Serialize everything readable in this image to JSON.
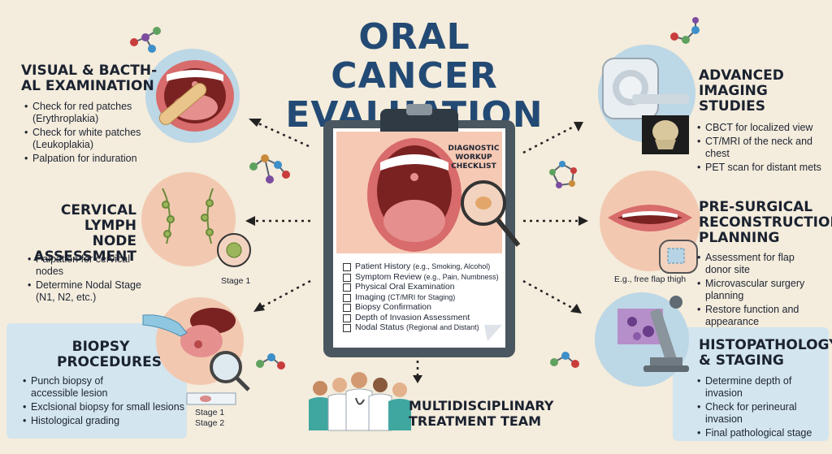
{
  "title": "ORAL CANCER EVALUATION",
  "clipboard": {
    "heading": "DIAGNOSTIC WORKUP CHECKLIST",
    "items": [
      {
        "main": "Patient History",
        "detail": "(e.g., Smoking, Alcohol)"
      },
      {
        "main": "Symptom Review",
        "detail": "(e.g., Pain, Numbness)"
      },
      {
        "main": "Physical Oral Examination",
        "detail": ""
      },
      {
        "main": "Imaging",
        "detail": "(CT/MRI for Staging)"
      },
      {
        "main": "Biopsy Confirmation",
        "detail": ""
      },
      {
        "main": "Depth of Invasion Assessment",
        "detail": ""
      },
      {
        "main": "Nodal Status",
        "detail": "(Regional and Distant)"
      }
    ]
  },
  "visual_exam": {
    "title_line1": "VISUAL & BACTH-",
    "title_line2": "AL EXAMINATION",
    "bullets": [
      "Check for red patches (Erythroplakia)",
      "Check for white patches (Leukoplakia)",
      "Palpation for induration"
    ]
  },
  "lymph": {
    "title_line1": "CERVICAL LYMPH",
    "title_line2": "NODE",
    "title_line3": "ASSESSMENT",
    "bullets": [
      "Palpation for cervical nodes",
      "Determine Nodal Stage (N1, N2, etc.)"
    ],
    "caption": "Stage 1"
  },
  "biopsy": {
    "title_line1": "BIOPSY",
    "title_line2": "PROCEDURES",
    "bullets": [
      "Punch biopsy of accessible lesion",
      "Exclsional biopsy for small lesions",
      "Histological grading"
    ],
    "caption1": "Stage 1",
    "caption2": "Stage 2"
  },
  "imaging": {
    "title_line1": "ADVANCED",
    "title_line2": "IMAGING",
    "title_line3": "STUDIES",
    "bullets": [
      "CBCT for localized view",
      "CT/MRI of the neck and chest",
      "PET scan for distant mets"
    ]
  },
  "reconstruction": {
    "title_line1": "PRE-SURGICAL",
    "title_line2": "RECONSTRUCTION",
    "title_line3": "PLANNING",
    "bullets": [
      "Assessment for flap donor site",
      "Microvascular surgery planning",
      "Restore function and appearance"
    ],
    "caption": "E.g., free flap thigh"
  },
  "histo": {
    "title_line1": "HISTOPATHOLOGY",
    "title_line2": "& STAGING",
    "bullets": [
      "Determine depth of invasion",
      "Check for perineural invasion",
      "Final pathological stage"
    ]
  },
  "team": {
    "title_line1": "MULTIDISCIPLINARY",
    "title_line2": "TREATMENT TEAM"
  },
  "colors": {
    "title": "#234a74",
    "background": "#f4ecdc",
    "circle": "#bcd7e6",
    "panel": "#d3e5ef",
    "clipboard": "#4a5660",
    "mouth": "#e88a8a"
  }
}
